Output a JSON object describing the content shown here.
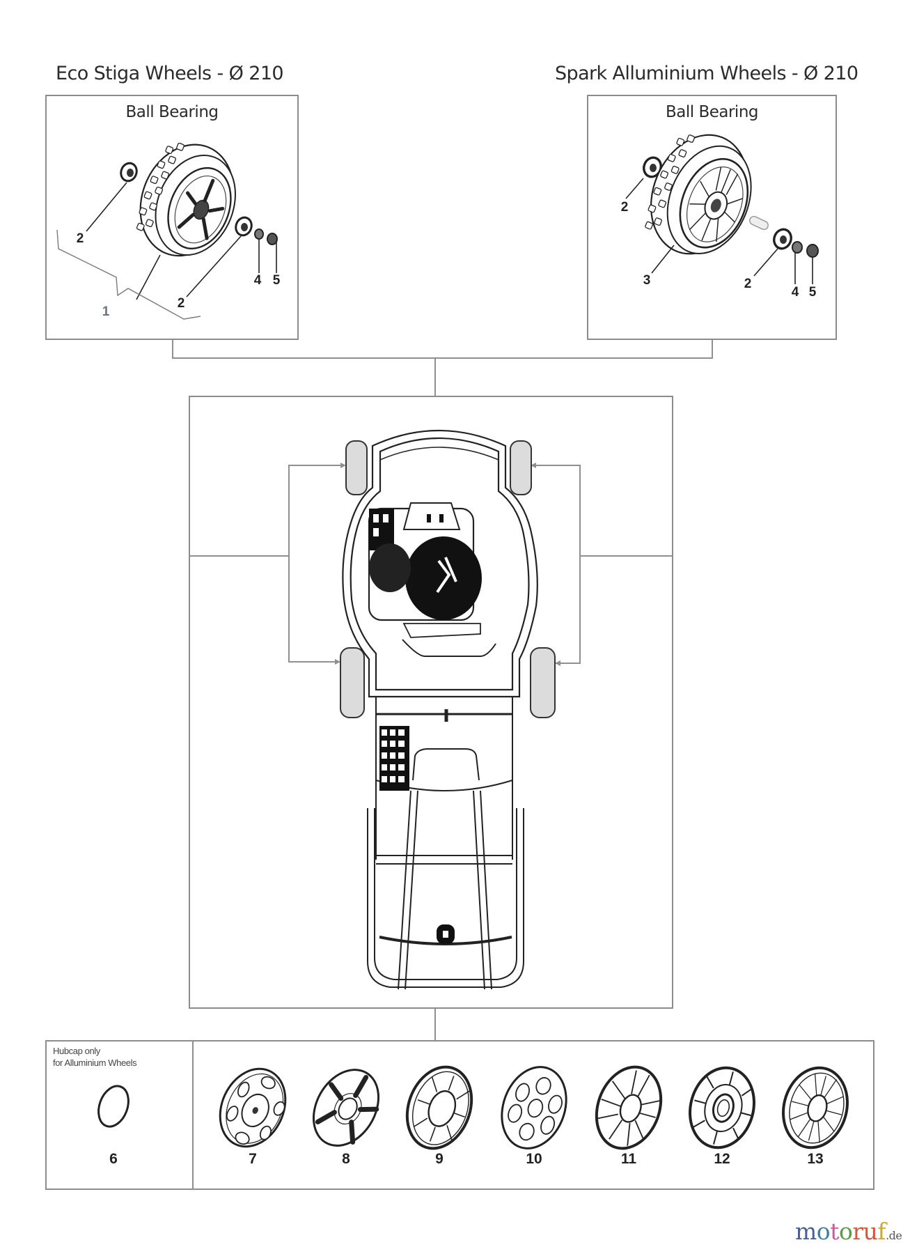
{
  "diagram": {
    "left_group": {
      "title": "Eco Stiga Wheels - Ø 210",
      "subtitle": "Ball Bearing",
      "callouts": [
        {
          "label": "2",
          "part": "ball-bearing-outer"
        },
        {
          "label": "1",
          "part": "wheel-assembly"
        },
        {
          "label": "2",
          "part": "ball-bearing-inner"
        },
        {
          "label": "4",
          "part": "washer"
        },
        {
          "label": "5",
          "part": "nut"
        }
      ]
    },
    "right_group": {
      "title": "Spark Alluminium Wheels - Ø 210",
      "subtitle": "Ball Bearing",
      "callouts": [
        {
          "label": "2",
          "part": "ball-bearing-outer"
        },
        {
          "label": "3",
          "part": "wheel"
        },
        {
          "label": "2",
          "part": "ball-bearing-inner"
        },
        {
          "label": "4",
          "part": "washer"
        },
        {
          "label": "5",
          "part": "nut"
        }
      ]
    },
    "center": {
      "description": "Lawn mower top view with four wheels"
    },
    "hubcaps": {
      "note_line1": "Hubcap only",
      "note_line2": "for Alluminium Wheels",
      "ring_label": "6",
      "items": [
        {
          "label": "7",
          "style": "five-slot"
        },
        {
          "label": "8",
          "style": "five-spoke"
        },
        {
          "label": "9",
          "style": "multi-slot"
        },
        {
          "label": "10",
          "style": "six-hole"
        },
        {
          "label": "11",
          "style": "split-spoke"
        },
        {
          "label": "12",
          "style": "turbine"
        },
        {
          "label": "13",
          "style": "fine-spoke"
        }
      ]
    }
  },
  "watermark": {
    "letters": [
      {
        "char": "m",
        "color": "#4a5e9a"
      },
      {
        "char": "o",
        "color": "#3f7fa0"
      },
      {
        "char": "t",
        "color": "#c85c9a"
      },
      {
        "char": "o",
        "color": "#5a9a48"
      },
      {
        "char": "r",
        "color": "#d45a3a"
      },
      {
        "char": "u",
        "color": "#d8553a"
      },
      {
        "char": "f",
        "color": "#c9a838"
      }
    ],
    "tld": ".de",
    "tld_color": "#555555"
  },
  "colors": {
    "frame_line": "#8c8c8c",
    "wheel_fill": "#dcdcdc",
    "ink": "#222222"
  }
}
